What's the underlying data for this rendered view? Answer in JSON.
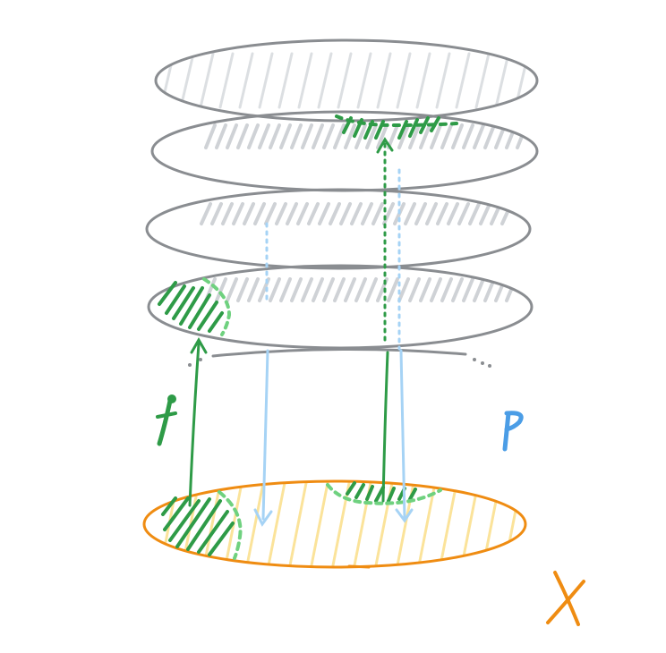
{
  "labels": {
    "section": "f",
    "projection": "p",
    "base": "X"
  },
  "sheet_count": 4,
  "colors": {
    "sheet_outline": "#8a8d91",
    "sheet_hatch": "#d3d6da",
    "base_outline": "#ef8c12",
    "base_hatch": "#fbe39a",
    "section": "#2e9b47",
    "section_light": "#6fd17f",
    "projection": "#a6d3f5",
    "projection_label": "#4b9de6",
    "base_label": "#ef8c12"
  }
}
